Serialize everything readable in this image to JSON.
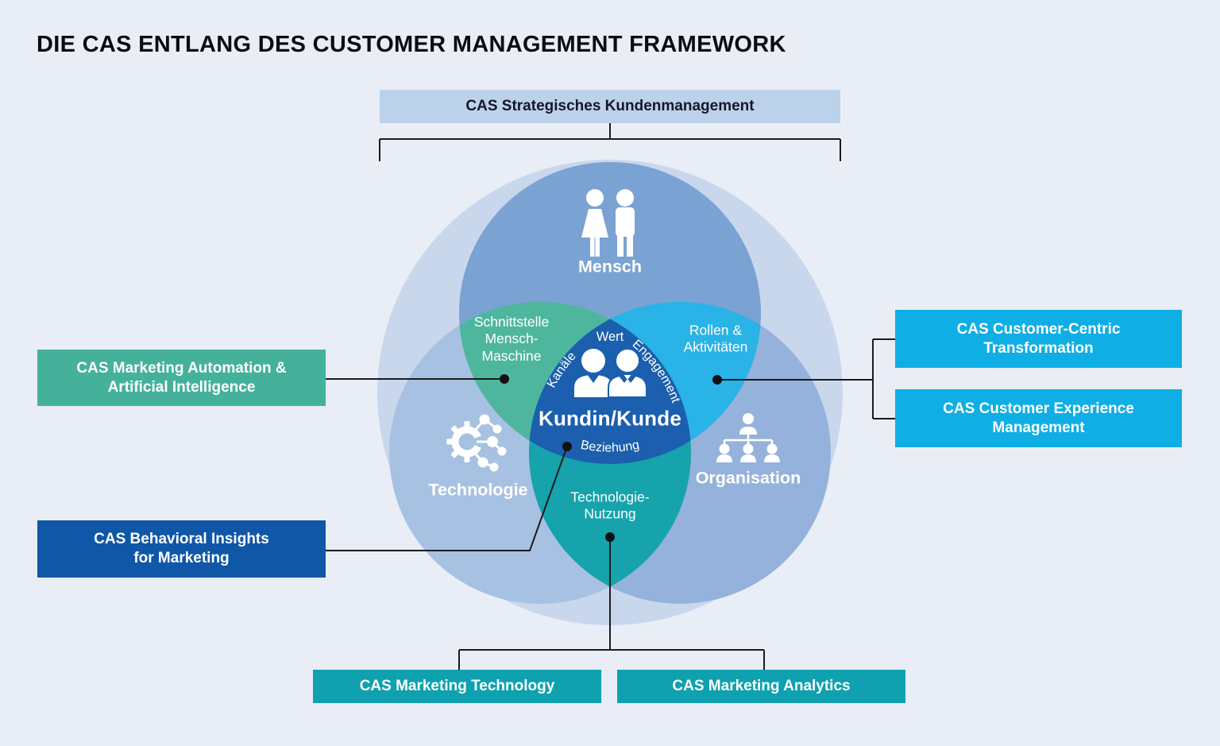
{
  "title": "DIE CAS ENTLANG DES CUSTOMER MANAGEMENT FRAMEWORK",
  "top_box": {
    "label": "CAS Strategisches Kundenmanagement",
    "bg": "#BCD2EA"
  },
  "venn": {
    "outer_color": "#C9D7ED",
    "connector_color": "#1b1b1b",
    "circles": {
      "mensch": {
        "label": "Mensch",
        "color": "#7AA2D3"
      },
      "technologie": {
        "label": "Technologie",
        "color": "#A7C1E2"
      },
      "organisation": {
        "label": "Organisation",
        "color": "#94B2DB"
      }
    },
    "overlaps": {
      "mensch_technologie": {
        "lines": [
          "Schnittstelle",
          "Mensch-",
          "Maschine"
        ],
        "color": "#4FB69E"
      },
      "mensch_organisation": {
        "lines": [
          "Rollen &",
          "Aktivitäten"
        ],
        "color": "#29B3E7"
      },
      "technologie_organisation": {
        "lines": [
          "Technologie-",
          "Nutzung"
        ],
        "color": "#16A3AC"
      }
    },
    "center": {
      "label": "Kundin/Kunde",
      "color": "#1B5FAE",
      "edge_labels": {
        "top": "Wert",
        "left": "Kanäle",
        "right": "Engagement",
        "bottom": "Beziehung"
      }
    }
  },
  "left_boxes": {
    "marketing_automation": {
      "lines": [
        "CAS Marketing Automation &",
        "Artificial Intelligence"
      ],
      "bg": "#45B19B"
    },
    "behavioral_insights": {
      "lines": [
        "CAS Behavioral Insights",
        "for Marketing"
      ],
      "bg": "#1057A8"
    }
  },
  "right_boxes": {
    "customer_centric": {
      "lines": [
        "CAS Customer-Centric",
        "Transformation"
      ],
      "bg": "#0FAEE4"
    },
    "customer_experience": {
      "lines": [
        "CAS Customer Experience",
        "Management"
      ],
      "bg": "#0FAEE4"
    }
  },
  "bottom_boxes": {
    "marketing_technology": {
      "label": "CAS Marketing Technology",
      "bg": "#0FA1B0"
    },
    "marketing_analytics": {
      "label": "CAS Marketing Analytics",
      "bg": "#0FA1B0"
    }
  }
}
